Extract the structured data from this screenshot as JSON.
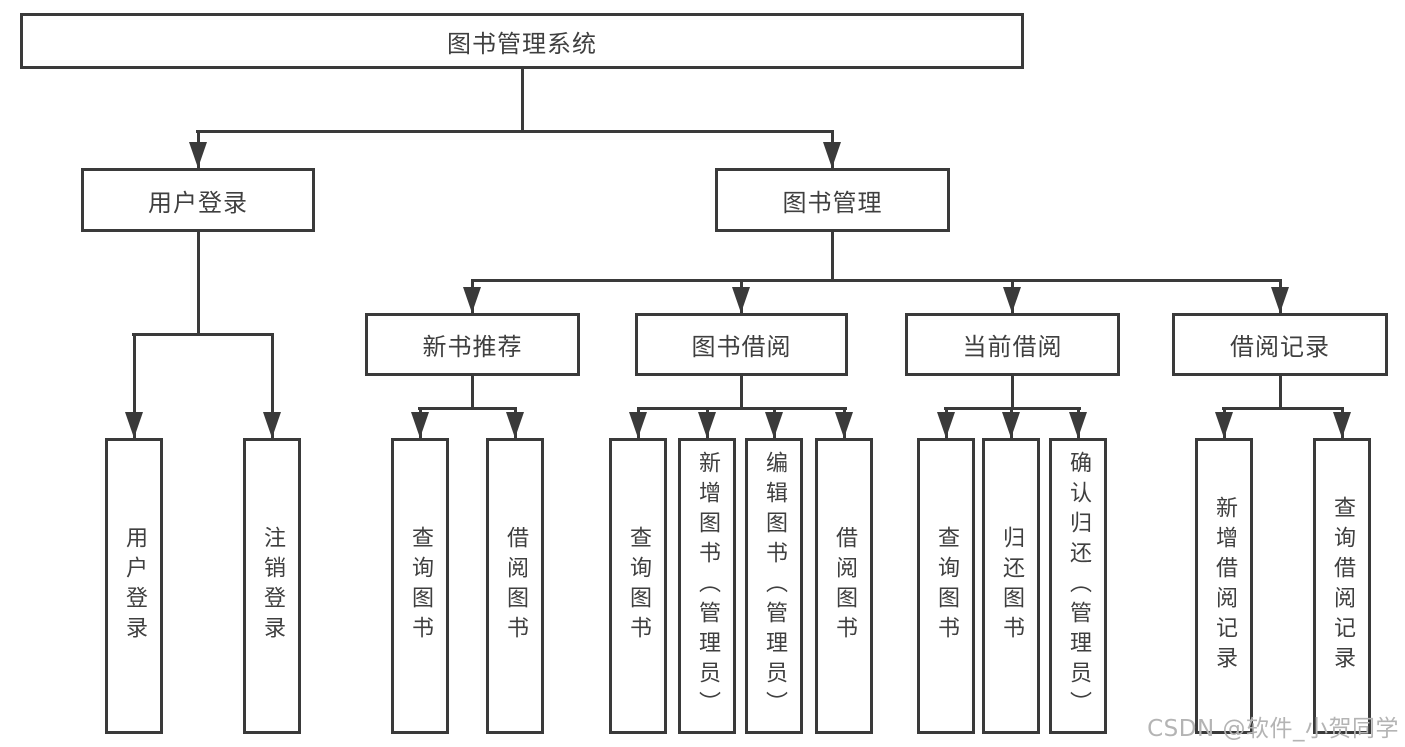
{
  "nodes": {
    "root": "图书管理系统",
    "l2_user_login": "用户登录",
    "l2_book_management": "图书管理",
    "l3_new_book_recommend": "新书推荐",
    "l3_book_borrow": "图书借阅",
    "l3_current_borrow": "当前借阅",
    "l3_borrow_record": "借阅记录",
    "leaf_user_login": "用户登录",
    "leaf_logout": "注销登录",
    "leaf_recommend_query_book": "查询图书",
    "leaf_recommend_borrow_book": "借阅图书",
    "leaf_borrow_query_book": "查询图书",
    "leaf_borrow_add_book": "新增图书（管理员）",
    "leaf_borrow_edit_book": "编辑图书（管理员）",
    "leaf_borrow_borrow_book": "借阅图书",
    "leaf_current_query_book": "查询图书",
    "leaf_current_return_book": "归还图书",
    "leaf_current_confirm_return": "确认归还（管理员）",
    "leaf_record_add_record": "新增借阅记录",
    "leaf_record_query_record": "查询借阅记录"
  },
  "watermark": "CSDN @软件_小贺同学",
  "colors": {
    "line": "#3a3a3a",
    "text": "#3f3f3f",
    "watermark": "#b4b4b4",
    "bg": "#ffffff"
  }
}
